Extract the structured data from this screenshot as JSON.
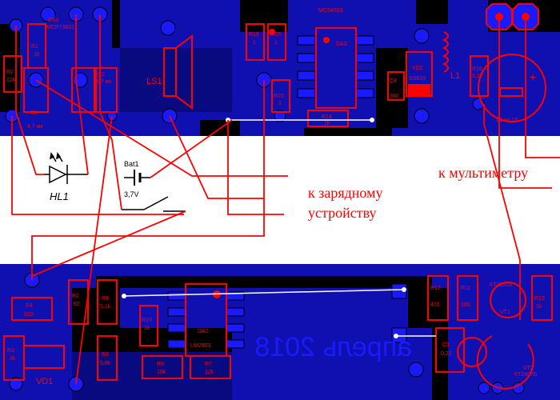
{
  "colors": {
    "board": "#1010b0",
    "board_dark": "#000000",
    "pad": "#1a1aff",
    "component": "#ff0000",
    "wire": "#ff0000",
    "jumper": "#ffffff",
    "schematic": "#000000",
    "background": "#ffffff"
  },
  "top_board": {
    "parts": {
      "da1": "DA1",
      "da1_type": "MCP73831",
      "r1": "R1",
      "r1_val": "1k",
      "r2": "R2",
      "r2_val": "12k",
      "c1": "C1",
      "c1_val": "4,7 мк",
      "c2": "C2",
      "c2_val": "4,7 мк",
      "ls1": "LS1",
      "r15a": "R15",
      "r15a_val": "1",
      "r15b": "R15",
      "r15b_val": "1",
      "r15c": "R15",
      "r15c_val": "1",
      "r14": "R14",
      "r14_val": "1k",
      "da3": "MC34063",
      "da3_ref": "DA3",
      "c4": "C4",
      "c4_val": "360",
      "vd2": "VD2",
      "vd2_val": "SS819",
      "l1": "L1",
      "r16": "R16",
      "r16_val": "6,2k",
      "c5_val": "10 мк 16"
    }
  },
  "schematic": {
    "hl1": "HL1",
    "bat_ref": "Bat1",
    "bat_val": "3,7V"
  },
  "labels": {
    "multimeter": "к мультиметру",
    "charger_line1": "к зарядному",
    "charger_line2": "устройству"
  },
  "bottom_board": {
    "parts": {
      "r4": "R4",
      "r4_val": "820",
      "r3": "R3",
      "r3_val": "3k",
      "vd1": "VD1",
      "r2": "R2",
      "r2_val": "62",
      "r9": "R9",
      "r9_val": "5,1k",
      "r8": "R8",
      "r8_val": "5,6k",
      "r10": "R10",
      "r10_val": "1k",
      "r6": "R6",
      "r6_val": "10k",
      "r7": "R7",
      "r7_val": "12k",
      "da2": "DA2",
      "da2_type": "LM2903",
      "r12": "R12",
      "r12_val": "470",
      "r11": "R11",
      "r11_val": "100",
      "r13": "R13",
      "r13_val": "1k",
      "c3": "C3",
      "c3_val": "0,22",
      "vt1": "VT1",
      "vt1_val": "КТ3102Б",
      "vt2": "VT2",
      "vt2_val": "КТ3107Б",
      "mirrored_text": "апрель 2018"
    }
  }
}
